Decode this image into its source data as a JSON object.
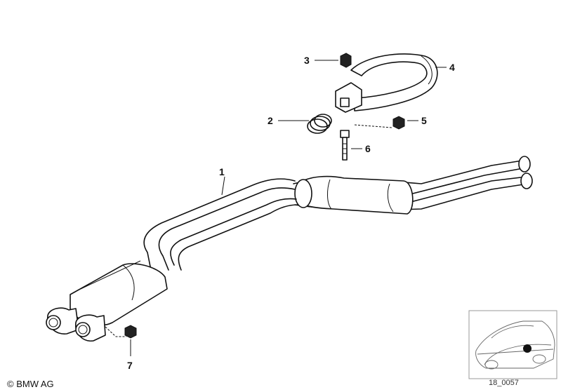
{
  "diagram": {
    "callouts": [
      {
        "id": "1",
        "label": "1"
      },
      {
        "id": "2",
        "label": "2"
      },
      {
        "id": "3",
        "label": "3"
      },
      {
        "id": "4",
        "label": "4"
      },
      {
        "id": "5",
        "label": "5"
      },
      {
        "id": "6",
        "label": "6"
      },
      {
        "id": "7",
        "label": "7"
      }
    ]
  },
  "footer": {
    "copyright": "© BMW AG",
    "diagram_id": "18_0057"
  },
  "colors": {
    "line": "#111111",
    "background": "#ffffff",
    "marker": "#111111"
  }
}
